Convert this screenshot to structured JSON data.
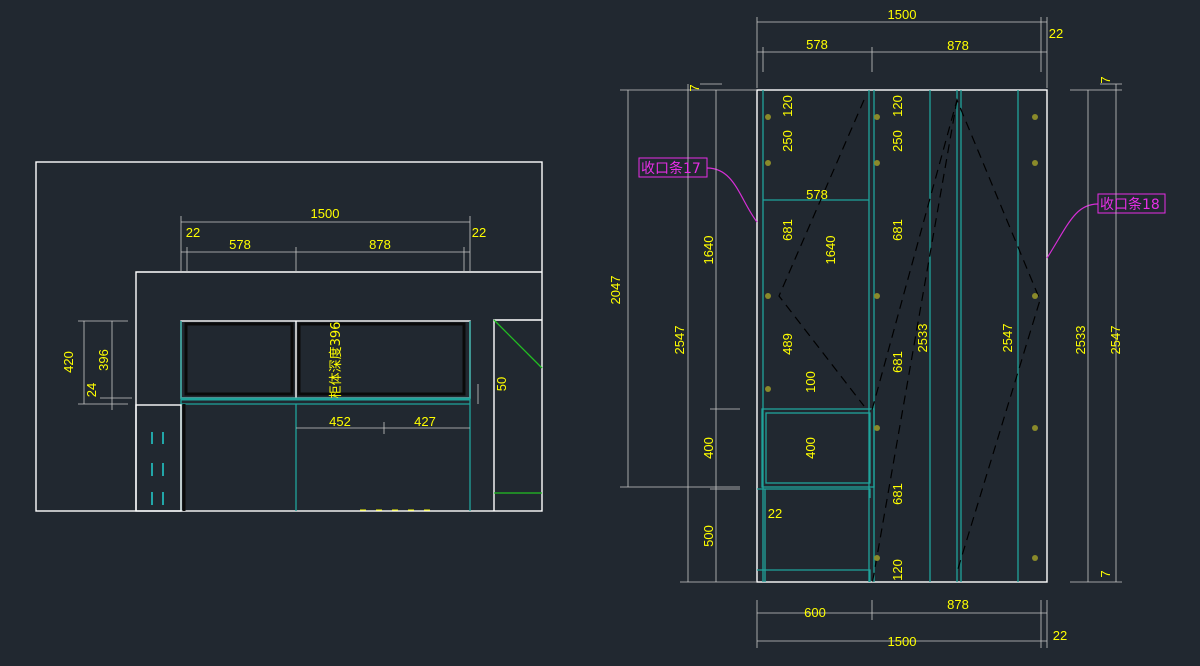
{
  "colors": {
    "background": "#212830",
    "outline": "#ffffff",
    "cabinet": "#1fa39b",
    "dimension_text": "#ffff00",
    "annotation": "#e62ee6"
  },
  "left_view": {
    "width_total": "1500",
    "panel_left": "22",
    "panel_right": "22",
    "segment_left": "578",
    "segment_right": "878",
    "height_420": "420",
    "height_396": "396",
    "height_24": "24",
    "depth_note": "柜体深度396",
    "offset_50": "50",
    "sub_452": "452",
    "sub_427": "427"
  },
  "right_view": {
    "top_total": "1500",
    "top_578": "578",
    "top_878": "878",
    "top_22": "22",
    "mid_578": "578",
    "bottom_600": "600",
    "bottom_878": "878",
    "bottom_total": "1500",
    "bottom_22": "22",
    "small_22": "22",
    "left_2047": "2047",
    "left_2547": "2547",
    "left_1640": "1640",
    "left_400": "400",
    "left_500": "500",
    "gap_7_top_left": "7",
    "gap_7_top_right": "7",
    "gap_7_bottom_right": "7",
    "right_2533": "2533",
    "right_2547": "2547",
    "col1_120": "120",
    "col1_250": "250",
    "col1_681": "681",
    "col1_489": "489",
    "col1_100": "100",
    "col1_1640": "1640",
    "col1_400": "400",
    "col2_120_top": "120",
    "col2_250": "250",
    "col2_681_a": "681",
    "col2_681_b": "681",
    "col2_681_c": "681",
    "col2_120_bottom": "120",
    "inner_2533": "2533",
    "inner_2547": "2547",
    "tag_left": "收口条17",
    "tag_right": "收口条18"
  }
}
